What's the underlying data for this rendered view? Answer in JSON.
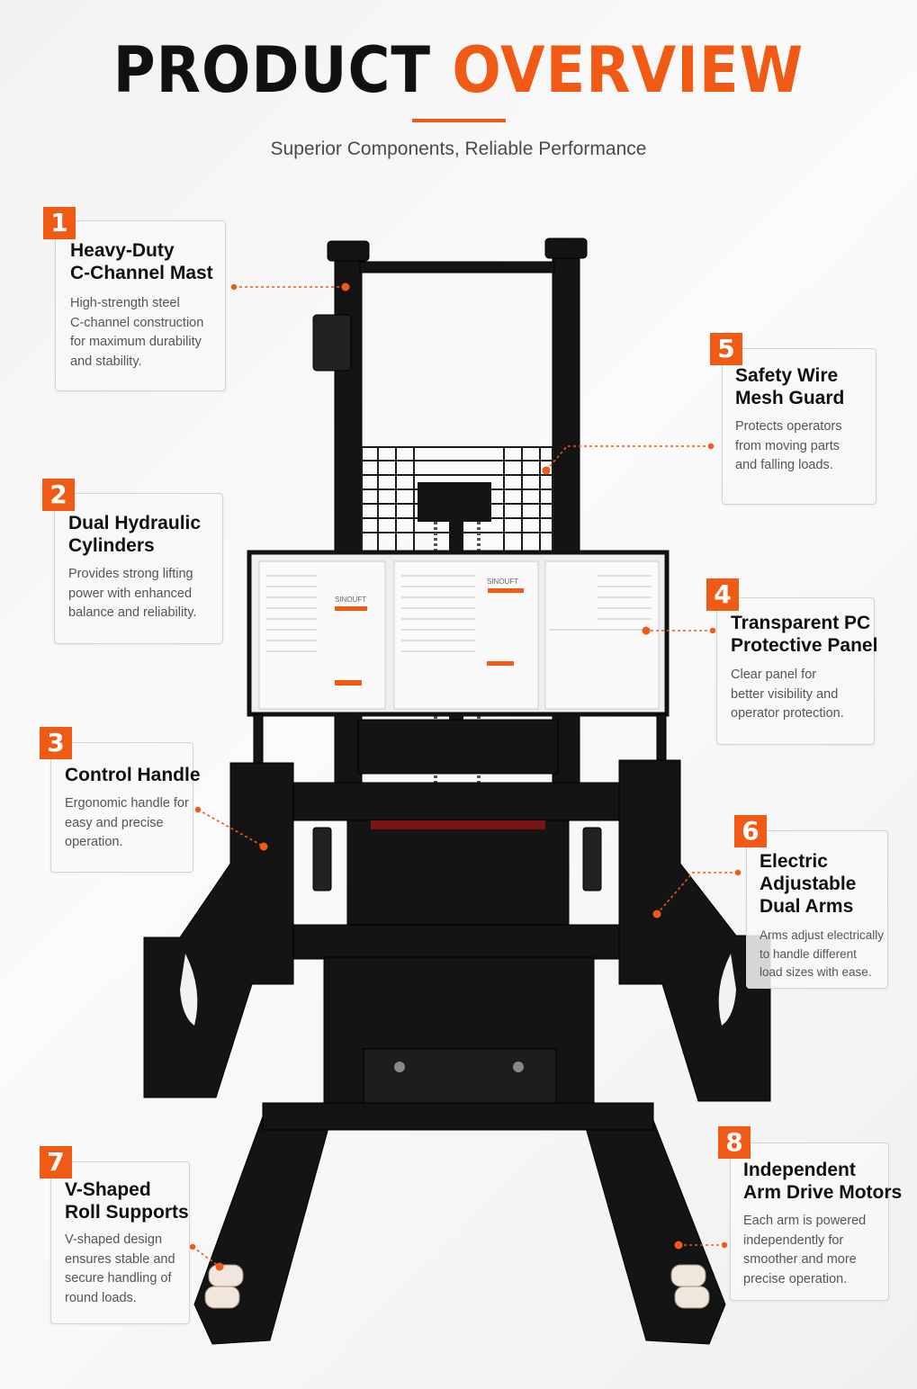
{
  "header": {
    "title_word1": "PRODUCT",
    "title_word2": "OVERVIEW",
    "subtitle": "Superior Components, Reliable Performance"
  },
  "colors": {
    "accent": "#f05a14",
    "machine": "#111111"
  },
  "features": [
    {
      "number": "1",
      "title": "Heavy-Duty\nC-Channel Mast",
      "description": "High-strength steel\nC-channel construction\nfor maximum durability\nand stability."
    },
    {
      "number": "2",
      "title": "Dual Hydraulic\nCylinders",
      "description": "Provides strong lifting\npower with enhanced\nbalance and reliability."
    },
    {
      "number": "3",
      "title": "Control Handle",
      "description": "Ergonomic handle for\neasy and precise\noperation."
    },
    {
      "number": "4",
      "title": "Transparent PC\nProtective Panel",
      "description": "Clear panel for\nbetter visibility and\noperator protection."
    },
    {
      "number": "5",
      "title": "Safety Wire\nMesh Guard",
      "description": "Protects operators\nfrom moving parts\nand falling loads."
    },
    {
      "number": "6",
      "title": "Electric\nAdjustable\nDual Arms",
      "description": "Arms adjust electrically\nto handle different\nload sizes with ease."
    },
    {
      "number": "7",
      "title": "V-Shaped\nRoll Supports",
      "description": "V-shaped design\nensures stable and\nsecure handling of\nround loads."
    },
    {
      "number": "8",
      "title": "Independent\nArm Drive Motors",
      "description": "Each arm is powered\nindependently for\nsmoother and more\nprecise operation."
    }
  ],
  "machine": {
    "panel_brand": "SINOUFT"
  }
}
